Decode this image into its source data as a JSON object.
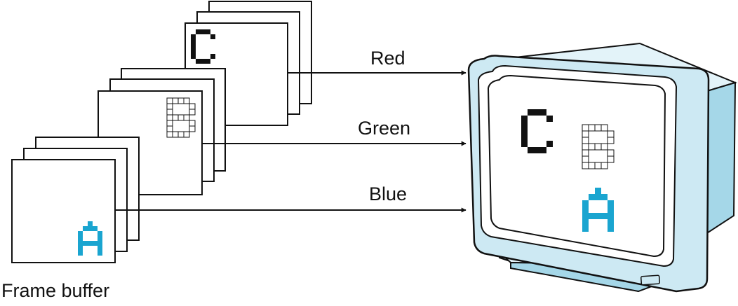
{
  "labels": {
    "frame_buffer": "Frame buffer",
    "red": "Red",
    "green": "Green",
    "blue": "Blue"
  },
  "colors": {
    "accent": "#1aa5d0",
    "monitor_body": "#cde9f3",
    "monitor_top": "#e3f3f9",
    "monitor_side": "#a5d7e8",
    "screen_bezel": "#ffffff",
    "stroke": "#111111"
  },
  "letters": {
    "C": {
      "glyph": [
        "01110",
        "10001",
        "10000",
        "10000",
        "10000",
        "10001",
        "01110"
      ],
      "style": "solid-black"
    },
    "B": {
      "glyph": [
        "11110",
        "10001",
        "10001",
        "11110",
        "10001",
        "10001",
        "11110"
      ],
      "style": "grid-outline"
    },
    "A": {
      "glyph": [
        "00100",
        "01110",
        "10001",
        "10001",
        "11111",
        "10001",
        "10001"
      ],
      "style": "solid-accent"
    }
  }
}
